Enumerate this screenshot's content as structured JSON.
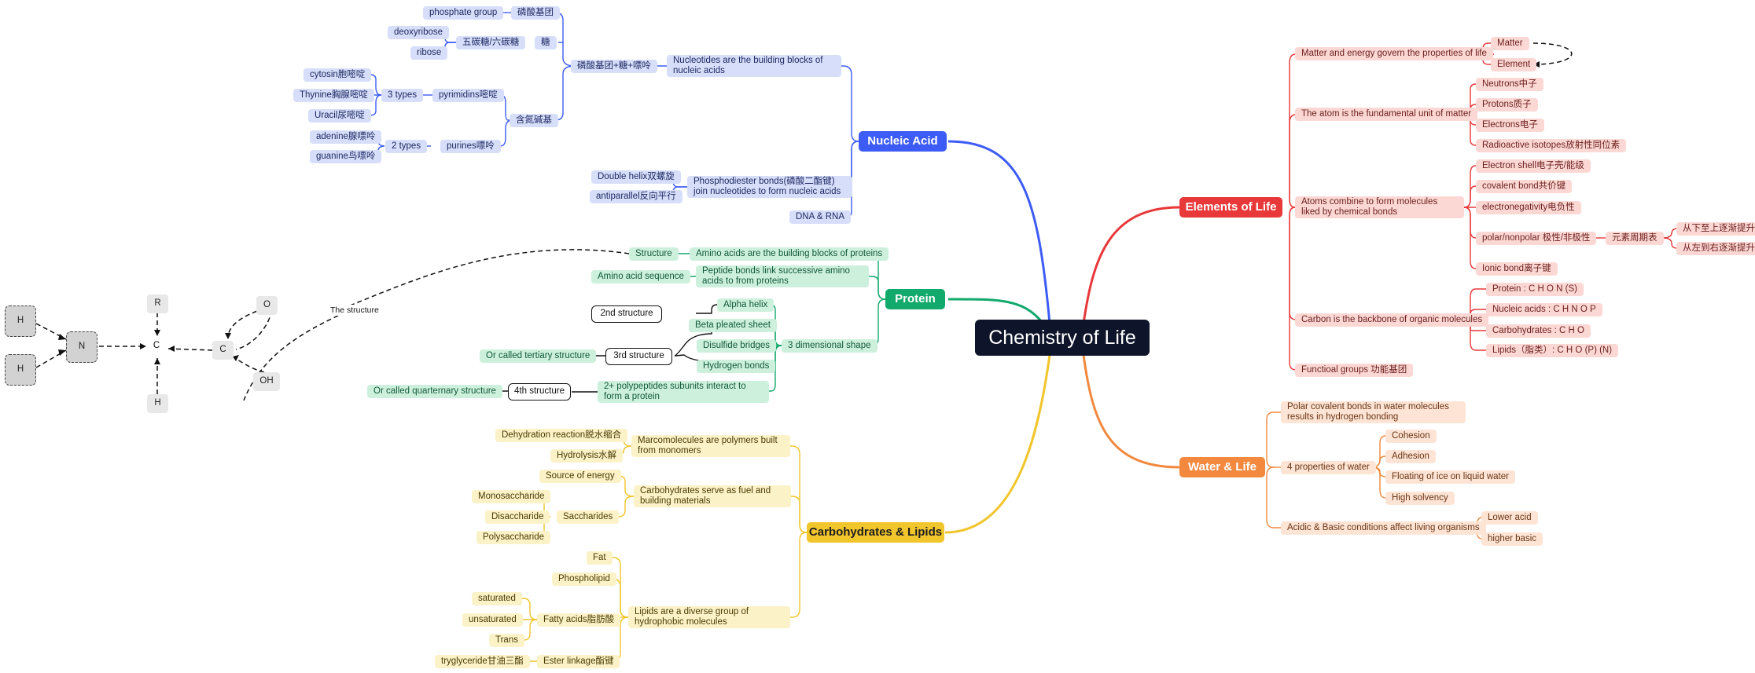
{
  "root": "Chemistry of Life",
  "colors": {
    "blue": "#3d5cf5",
    "green": "#12a96c",
    "yellow": "#f1c52c",
    "red": "#e8383a",
    "orange": "#f2893f"
  },
  "nucleic": {
    "title": "Nucleic Acid",
    "nucleotides": "Nucleotides are the building blocks of nucleic acids",
    "combo": "磷酸基团+糖+嘌呤",
    "phosphate_cn": "磷酸基团",
    "phosphate_en": "phosphate group",
    "sugar": "糖",
    "pentose": "五碳糖/六碳糖",
    "deoxyribose": "deoxyribose",
    "ribose": "ribose",
    "base": "含氮碱基",
    "pyrimidins": "pyrimidins嘧啶",
    "three_types": "3 types",
    "cytosin": "cytosin胞嘧啶",
    "thynine": "Thynine胸腺嘧啶",
    "uracil": "Uracil尿嘧啶",
    "purines": "purines嘌呤",
    "two_types": "2 types",
    "adenine": "adenine腺嘌呤",
    "guanine": "guanine鸟嘌呤",
    "phosphodiester": "Phosphodiester bonds(磷酸二酯键) join nucleotides to form nucleic acids",
    "double_helix": "Double helix双螺旋",
    "antiparallel": "antiparallel反向平行",
    "dna_rna": "DNA & RNA"
  },
  "protein": {
    "title": "Protein",
    "amino_blocks": "Amino acids are the building blocks of proteins",
    "structure": "Structure",
    "peptide": "Peptide bonds link successive amino acids to from proteins",
    "amino_seq": "Amino acid sequence",
    "three_d": "3 dimensional shape",
    "alpha": "Alpha helix",
    "beta": "Beta pleated sheet",
    "disulfide": "Disulfide bridges",
    "hydrogen": "Hydrogen bonds",
    "second": "2nd structure",
    "third": "3rd structure",
    "tertiary": "Or called tertiary structure",
    "polypeptides": "2+ polypeptides subunits interact to form a protein",
    "fourth": "4th structure",
    "quarternary": "Or called quarternary structure",
    "the_structure": "The structure"
  },
  "molecule": {
    "h1": "H",
    "h2": "H",
    "n": "N",
    "c1": "C",
    "c2": "C",
    "r": "R",
    "h3": "H",
    "o": "O",
    "oh": "OH"
  },
  "carbs": {
    "title": "Carbohydrates & Lipids",
    "macro": "Marcomolecules are polymers built from monomers",
    "dehydration": "Dehydration reaction脱水缩合",
    "hydrolysis": "Hydrolysis水解",
    "fuel": "Carbohydrates serve as fuel and building materials",
    "energy": "Source of energy",
    "saccharides": "Saccharides",
    "mono": "Monosaccharide",
    "di": "Disaccharide",
    "poly": "Polysaccharide",
    "lipids": "Lipids are a diverse group of hydrophobic molecules",
    "fat": "Fat",
    "phospholipid": "Phospholipid",
    "fatty": "Fatty acids脂肪酸",
    "saturated": "saturated",
    "unsaturated": "unsaturated",
    "trans": "Trans",
    "ester": "Ester linkage酯键",
    "tryglyceride": "tryglyceride甘油三酯"
  },
  "elements": {
    "title": "Elements of Life",
    "matter_energy": "Matter and energy govern the properties of life",
    "matter": "Matter",
    "element": "Element",
    "atom": "The atom is the fundamental unit of matter",
    "neutrons": "Neutrons中子",
    "protons": "Protons质子",
    "electrons": "Electrons电子",
    "radioactive": "Radioactive isotopes放射性同位素",
    "atoms_combine": "Atoms combine to form molecules liked by chemical bonds",
    "shell": "Electron shell电子壳/能级",
    "covalent": "covalent bond共价键",
    "electroneg": "electronegativity电负性",
    "polar": "polar/nonpolar 极性/非极性",
    "periodic": "元素周期表",
    "bottom_up": "从下至上逐渐提升",
    "left_right": "从左到右逐渐提升",
    "ionic": "Ionic bond离子键",
    "carbon": "Carbon is the backbone of organic molecules",
    "protein_el": "Protein : C H O N (S)",
    "nucleic_el": "Nucleic acids : C H N O P",
    "carbs_el": "Carbohydrates : C H O",
    "lipids_el": "Lipids（脂类）: C H O (P) (N)",
    "functional": "Functioal groups 功能基团"
  },
  "water": {
    "title": "Water & Life",
    "polar_cov": "Polar covalent bonds in water molecules results in hydrogen bonding",
    "four": "4 properties of water",
    "cohesion": "Cohesion",
    "adhesion": "Adhesion",
    "floating": "Floating of ice on liquid water",
    "solvency": "High solvency",
    "acidic": "Acidic & Basic conditions affect living organisms",
    "lower": "Lower acid",
    "higher": "higher basic"
  }
}
